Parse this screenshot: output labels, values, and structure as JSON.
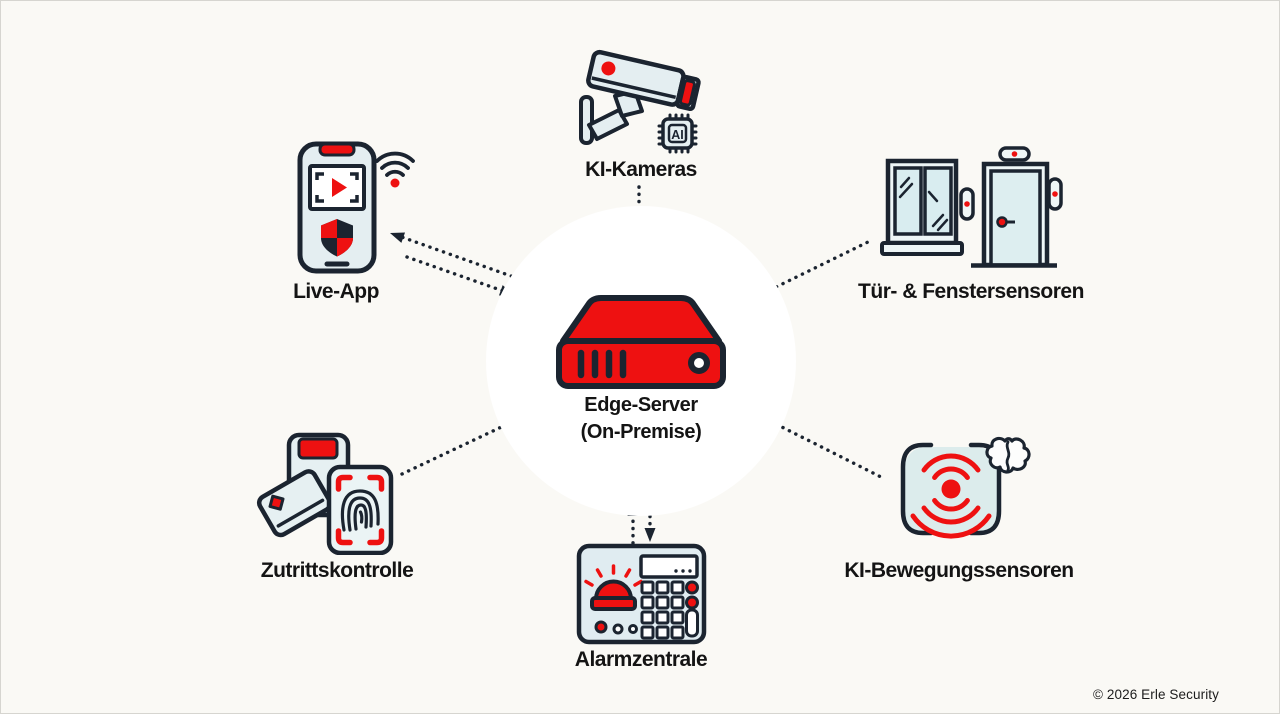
{
  "page": {
    "background": "#faf9f5",
    "copyright": "© 2026 Erle Security"
  },
  "palette": {
    "outline": "#1b2430",
    "accent_red": "#ee1111",
    "panel_fill": "#e4eef1",
    "glow_teal": "#8ce4dc",
    "text": "#141414"
  },
  "center": {
    "id": "edge-server",
    "title_line1": "Edge-Server",
    "title_line2": "(On-Premise)",
    "icon": "server-icon"
  },
  "nodes": {
    "cameras": {
      "label": "KI-Kameras",
      "icon": "cctv-camera-ai-chip-icon",
      "chip_text": "AI"
    },
    "door_window": {
      "label": "Tür- & Fenstersensoren",
      "icon": "window-door-sensor-icon"
    },
    "motion": {
      "label": "KI-Bewegungssensoren",
      "icon": "motion-sensor-brain-icon"
    },
    "alarm": {
      "label": "Alarmzentrale",
      "icon": "alarm-panel-icon"
    },
    "access": {
      "label": "Zutrittskontrolle",
      "icon": "access-control-icon"
    },
    "app": {
      "label": "Live-App",
      "icon": "smartphone-wifi-icon"
    }
  },
  "connections": [
    {
      "from": "edge-server",
      "to": "ki-kameras",
      "style": "dotted",
      "arrows": "none"
    },
    {
      "from": "edge-server",
      "to": "tuer-fenstersensoren",
      "style": "dotted",
      "arrows": "none"
    },
    {
      "from": "edge-server",
      "to": "ki-bewegungssensoren",
      "style": "dotted",
      "arrows": "none"
    },
    {
      "from": "edge-server",
      "to": "zutrittskontrolle",
      "style": "dotted",
      "arrows": "none"
    },
    {
      "from": "edge-server",
      "to": "live-app",
      "style": "dotted",
      "arrows": "both"
    },
    {
      "from": "edge-server",
      "to": "alarmzentrale",
      "style": "dotted",
      "arrows": "both"
    }
  ]
}
